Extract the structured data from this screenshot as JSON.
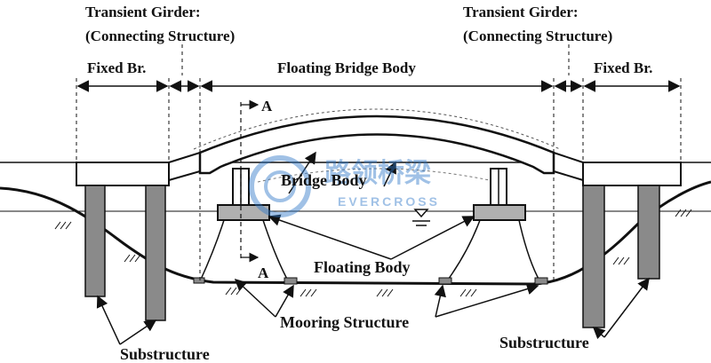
{
  "labels": {
    "transient_left_1": "Transient Girder:",
    "transient_left_2": "(Connecting Structure)",
    "transient_right_1": "Transient Girder:",
    "transient_right_2": "(Connecting Structure)",
    "fixed_left": "Fixed Br.",
    "fixed_right": "Fixed Br.",
    "floating_bridge_body": "Floating Bridge Body",
    "bridge_body": "Bridge Body",
    "floating_body": "Floating Body",
    "mooring_structure": "Mooring Structure",
    "substructure_left": "Substructure",
    "substructure_right": "Substructure",
    "section_top": "A",
    "section_bottom": "A"
  },
  "watermark": {
    "cn": "路领桥梁",
    "en": "EVERCROSS"
  },
  "colors": {
    "line": "#111111",
    "pier_fill": "#8a8a8a",
    "float_fill": "#b0b0b0",
    "watermark": "#2f78c8"
  }
}
